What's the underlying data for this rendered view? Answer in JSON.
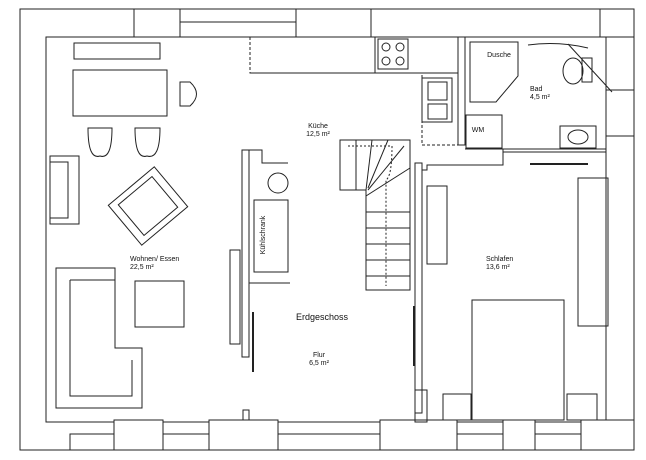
{
  "plan": {
    "title": "Erdgeschoss",
    "rooms": [
      {
        "id": "kueche",
        "name": "Küche",
        "area": "12,5 m²"
      },
      {
        "id": "wohnen",
        "name": "Wohnen/ Essen",
        "area": "22,5 m²"
      },
      {
        "id": "bad",
        "name": "Bad",
        "area": "4,5 m²"
      },
      {
        "id": "schlafen",
        "name": "Schlafen",
        "area": "13,6 m²"
      },
      {
        "id": "flur",
        "name": "Flur",
        "area": "6,5 m²"
      }
    ],
    "fixtures": {
      "dusche": "Dusche",
      "wm": "WM",
      "kuehlschrank": "Kühlschrank"
    }
  }
}
